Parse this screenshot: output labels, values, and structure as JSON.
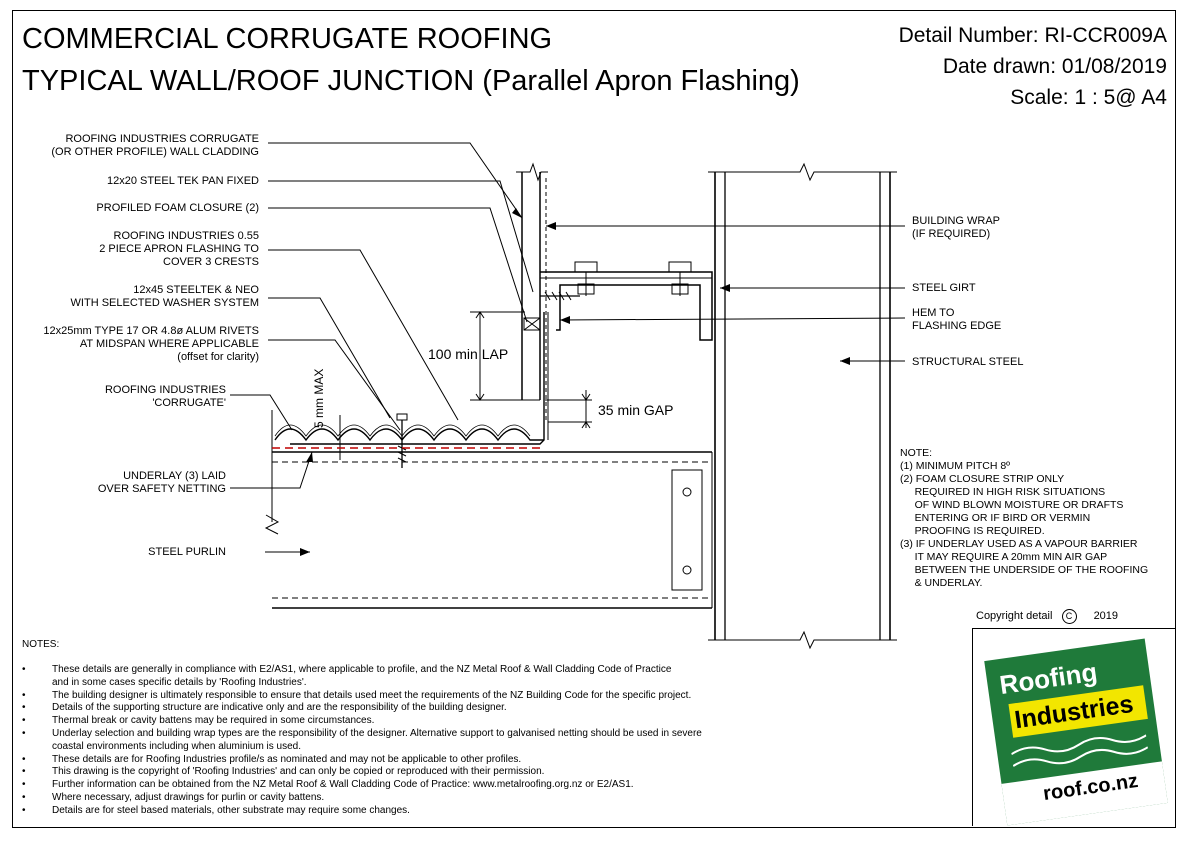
{
  "header": {
    "title_line1": "COMMERCIAL CORRUGATE ROOFING",
    "title_line2": "TYPICAL WALL/ROOF JUNCTION (Parallel Apron Flashing)",
    "detail_number": "Detail Number:  RI-CCR009A",
    "date_drawn": "Date drawn:  01/08/2019",
    "scale": "Scale:   1 : 5@ A4"
  },
  "labels": {
    "cladding_1": "ROOFING INDUSTRIES CORRUGATE",
    "cladding_2": "(OR OTHER PROFILE) WALL CLADDING",
    "tek": "12x20 STEEL TEK PAN FIXED",
    "foam": "PROFILED FOAM CLOSURE (2)",
    "apron_1": "ROOFING INDUSTRIES 0.55",
    "apron_2": "2 PIECE APRON FLASHING TO",
    "apron_3": "COVER 3 CRESTS",
    "steeltek_1": "12x45 STEELTEK & NEO",
    "steeltek_2": "WITH SELECTED WASHER SYSTEM",
    "rivets_1": "12x25mm TYPE 17 OR 4.8ø ALUM RIVETS",
    "rivets_2": "AT MIDSPAN WHERE APPLICABLE",
    "rivets_3": "(offset for clarity)",
    "corrugate_1": "ROOFING INDUSTRIES",
    "corrugate_2": "'CORRUGATE'",
    "underlay_1": "UNDERLAY (3) LAID",
    "underlay_2": "OVER SAFETY NETTING",
    "purlin": "STEEL PURLIN",
    "wrap_1": "BUILDING WRAP",
    "wrap_2": "(IF REQUIRED)",
    "girt": "STEEL GIRT",
    "hem_1": "HEM TO",
    "hem_2": "FLASHING EDGE",
    "structural": "STRUCTURAL STEEL",
    "lap": "100 min LAP",
    "max5": "5 mm MAX",
    "gap": "35 min GAP"
  },
  "side_note": {
    "title": "NOTE:",
    "lines": [
      "(1) MINIMUM PITCH 8º",
      "(2) FOAM CLOSURE STRIP ONLY",
      "     REQUIRED IN HIGH RISK SITUATIONS",
      "     OF WIND BLOWN MOISTURE OR DRAFTS",
      "     ENTERING OR IF BIRD OR VERMIN",
      "     PROOFING IS REQUIRED.",
      "(3) IF UNDERLAY USED AS A VAPOUR BARRIER",
      "     IT MAY REQUIRE A 20mm MIN AIR GAP",
      "     BETWEEN THE UNDERSIDE OF THE ROOFING",
      "     & UNDERLAY."
    ]
  },
  "copyright": {
    "text": "Copyright detail",
    "symbol": "C",
    "year": "2019"
  },
  "logo": {
    "line1": "Roofing",
    "line2": "Industries",
    "url": "roof.co.nz",
    "green": "#1f7a3a",
    "yellow": "#f2e600"
  },
  "notes": {
    "title": "NOTES:",
    "bullet": "•",
    "items": [
      "These details are generally in compliance with E2/AS1, where applicable to profile, and the NZ Metal Roof & Wall Cladding Code of Practice",
      "and in some cases specific details by 'Roofing Industries'.",
      "The building designer is ultimately responsible to ensure that details used meet the requirements of the NZ Building Code for the specific project.",
      "Details of the supporting structure are indicative only and are the responsibility of the building designer.",
      "Thermal break or cavity battens may be required in some circumstances.",
      "Underlay selection and building wrap types are the responsibility of the designer. Alternative support to galvanised netting should be used in severe",
      "coastal environments including when aluminium is used.",
      "These details are for Roofing Industries profile/s as nominated and may not be applicable to other profiles.",
      "This drawing is the copyright of 'Roofing Industries' and can only be copied or reproduced with their permission.",
      "Further information can be obtained from the NZ Metal Roof & Wall Cladding Code of Practice:  www.metalroofing.org.nz or E2/AS1.",
      "Where necessary, adjust drawings for purlin or cavity battens.",
      "Details are for steel based materials, other substrate may require some changes."
    ],
    "bulleted": [
      true,
      false,
      true,
      true,
      true,
      true,
      false,
      true,
      true,
      true,
      true,
      true
    ]
  }
}
